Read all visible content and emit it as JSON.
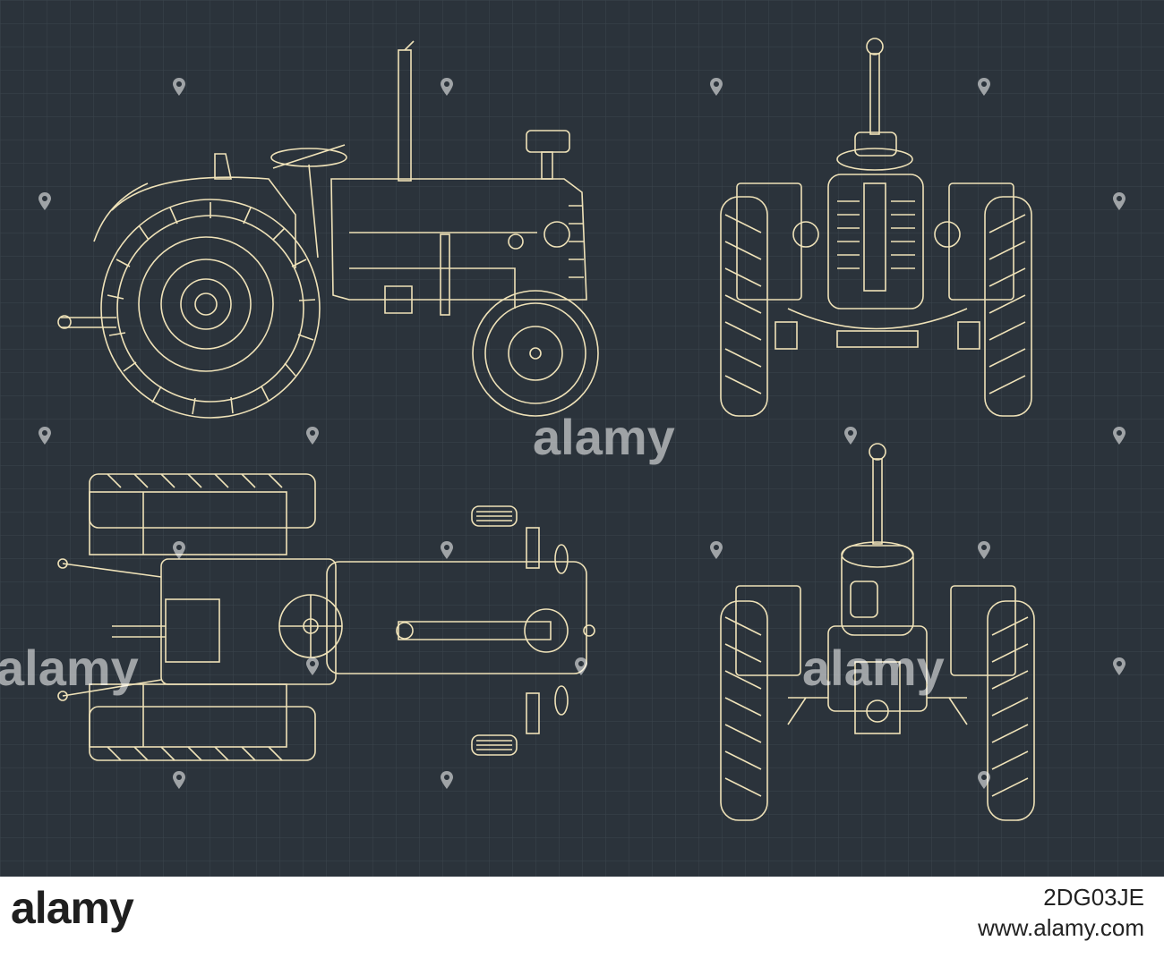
{
  "watermark": {
    "text": "alamy",
    "pin_icon": "location-pin-icon"
  },
  "footer": {
    "brand": "alamy",
    "image_id": "2DG03JE",
    "credit": "www.alamy.com"
  },
  "colors": {
    "background": "#2b333b",
    "grid": "#3b444d",
    "line": "#efe2b8",
    "footer_bg": "#ffffff"
  }
}
